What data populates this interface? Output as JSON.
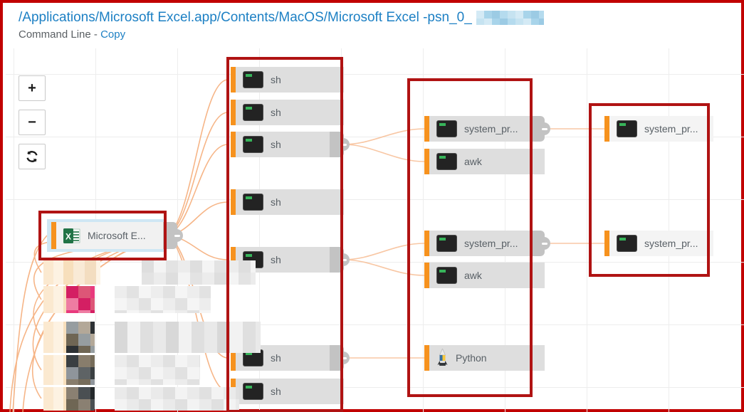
{
  "header": {
    "title": "/Applications/Microsoft Excel.app/Contents/MacOS/Microsoft Excel -psn_0_",
    "subtitle_prefix": "Command Line -",
    "copy_link": "Copy"
  },
  "toolbar": {
    "zoom_in": "+",
    "zoom_out": "−"
  },
  "colors": {
    "accent_orange": "#f6921e",
    "connection_orange": "#f5a973",
    "annotation_red": "#b01313",
    "frame_red": "#c10000",
    "title_blue": "#1d80c4",
    "node_gray": "#dedede",
    "node_light": "#f4f4f4",
    "selection_blue": "#cfe7f4",
    "terminal_green": "#37b45a",
    "excel_green": "#217346"
  },
  "nodes": {
    "root": {
      "label": "Microsoft E..."
    },
    "sh": [
      {
        "label": "sh"
      },
      {
        "label": "sh"
      },
      {
        "label": "sh"
      },
      {
        "label": "sh"
      },
      {
        "label": "sh"
      },
      {
        "label": "sh"
      },
      {
        "label": "sh"
      }
    ],
    "mid": [
      {
        "label": "system_pr..."
      },
      {
        "label": "awk"
      },
      {
        "label": "system_pr..."
      },
      {
        "label": "awk"
      },
      {
        "label": "Python"
      }
    ],
    "right": [
      {
        "label": "system_pr..."
      },
      {
        "label": "system_pr..."
      }
    ]
  },
  "redactions": {
    "title_blur": [
      "#a8d4ea",
      "#c6e3f1",
      "#9ccbe4",
      "#d4eaf5",
      "#b5dbee"
    ],
    "strip": [
      "#fbe9d0",
      "#fdf2e2",
      "#f7dfbc"
    ],
    "row1": {
      "icon": [
        "#f9ead6",
        "#f3ddc0",
        "#fdf4e6"
      ],
      "label": [
        "#ececec",
        "#e3e3e3",
        "#f4f4f4",
        "#dedede"
      ]
    },
    "row2": {
      "icon": [
        "#ee7ca2",
        "#e83a7d",
        "#dd5677",
        "#d41f63"
      ],
      "label": [
        "#ededed",
        "#e2e2e2",
        "#f5f5f5"
      ]
    },
    "row3": {
      "icon": [
        "#6f6654",
        "#2d3134",
        "#b3a898",
        "#969da0"
      ],
      "label": [
        "#e9e9e9",
        "#dfdfdf",
        "#f2f2f2",
        "#d8d8d8"
      ]
    },
    "row4": {
      "icon": [
        "#887d6c",
        "#5e6365",
        "#766c5a",
        "#3a3f42",
        "#8f959b"
      ],
      "label": [
        "#ececec",
        "#e1e1e1",
        "#f4f4f4"
      ]
    },
    "row5": {
      "icon": [
        "#6f6654",
        "#24282b",
        "#4a4f52",
        "#8a8072"
      ],
      "label": [
        "#eaeaea",
        "#e0e0e0",
        "#f3f3f3"
      ]
    }
  }
}
